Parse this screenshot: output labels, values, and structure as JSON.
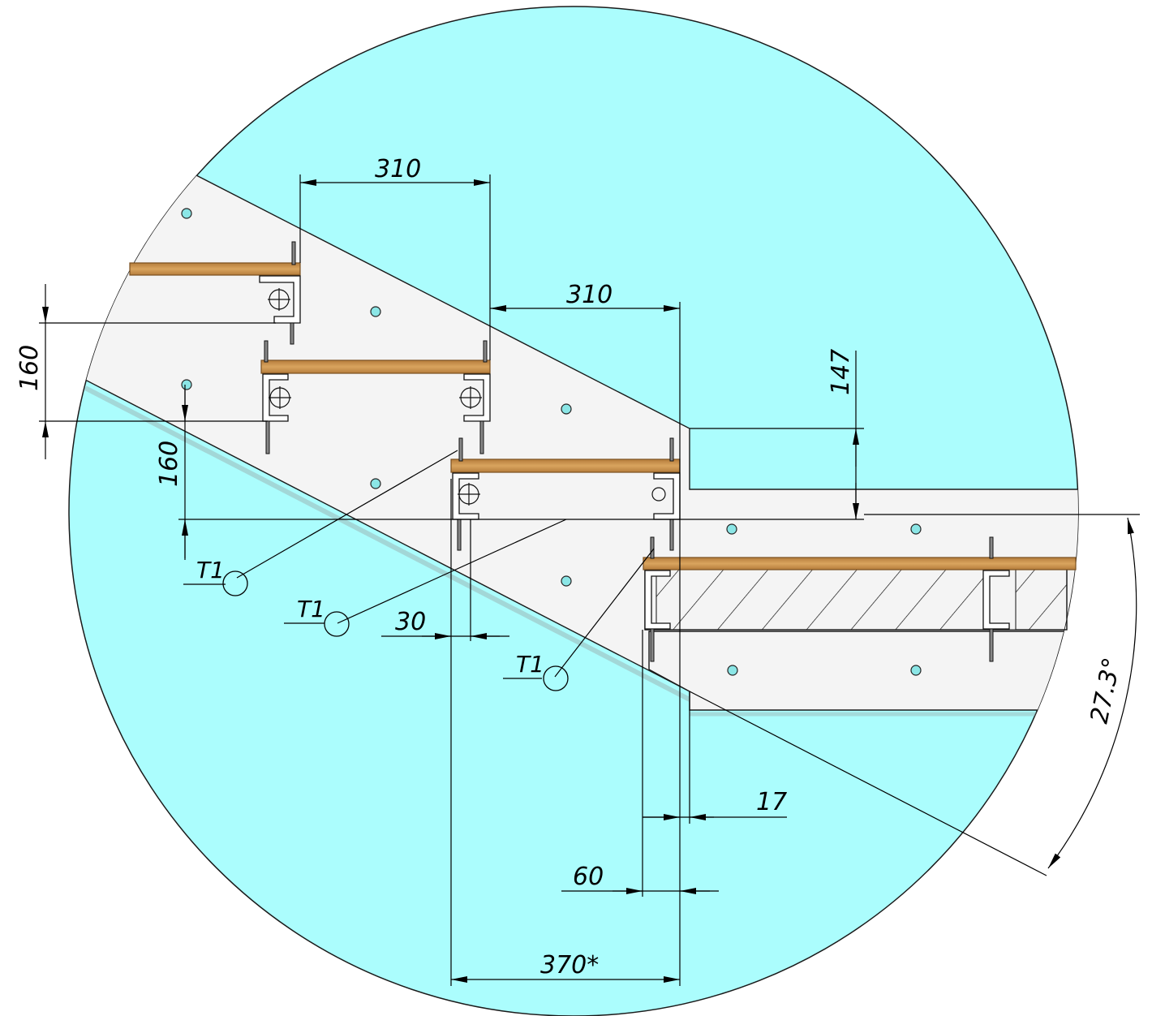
{
  "drawing": {
    "colors": {
      "background": "#ffffff",
      "detail_circle": "#abfdfd",
      "stringer": "#f4f4f4",
      "tread_wood": "#c9944f",
      "tread_wood_edge": "#7a4f1e",
      "bolt_hole": "#8be6e6",
      "line": "#000000"
    },
    "dimensions": {
      "tread_pitch_upper": "310",
      "tread_pitch_lower": "310",
      "rise_left": "160",
      "rise_middle": "160",
      "landing_offset": "147",
      "overlap": "30",
      "gap_17": "17",
      "gap_60": "60",
      "tread_depth": "370*",
      "angle": "27.3°"
    },
    "tags": {
      "tag_1": "T1",
      "tag_2": "T1",
      "tag_3": "T1"
    },
    "icons": {
      "bolt": "bolt-cross-icon",
      "hole": "mounting-hole-icon",
      "arrow": "dimension-arrow-icon"
    }
  }
}
